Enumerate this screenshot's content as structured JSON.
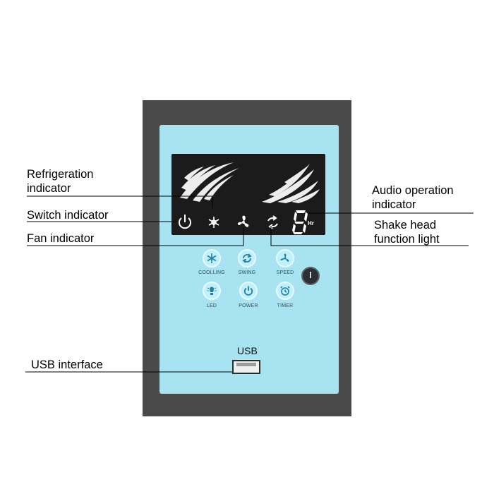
{
  "device": {
    "buttons": [
      {
        "id": "coolling",
        "label": "COOLLING",
        "icon": "snowflake-icon"
      },
      {
        "id": "swing",
        "label": "SWING",
        "icon": "swing-arrows-icon"
      },
      {
        "id": "speed",
        "label": "SPEED",
        "icon": "fan-icon"
      },
      {
        "id": "led",
        "label": "LED",
        "icon": "bulb-icon"
      },
      {
        "id": "power",
        "label": "POWER",
        "icon": "power-icon"
      },
      {
        "id": "timer",
        "label": "TIMER",
        "icon": "alarm-clock-icon"
      }
    ],
    "display": {
      "digit": "8",
      "unit": "Hr",
      "indicator_icons": [
        "power-icon",
        "snowflake-icon",
        "fan-icon",
        "swing-arrows-icon"
      ]
    },
    "usb_label": "USB"
  },
  "callouts": {
    "refrigeration": [
      "Refrigeration",
      "indicator"
    ],
    "switch": "Switch indicator",
    "fan": "Fan indicator",
    "usb": "USB interface",
    "audio": [
      "Audio operation",
      "indicator"
    ],
    "shake": [
      "Shake head",
      "function light"
    ]
  },
  "colors": {
    "frame": "#4a4a4a",
    "face": "#a8e3f2",
    "display": "#1b1b1b",
    "button": "#bff0fb",
    "icon": "#1f7fa6"
  }
}
